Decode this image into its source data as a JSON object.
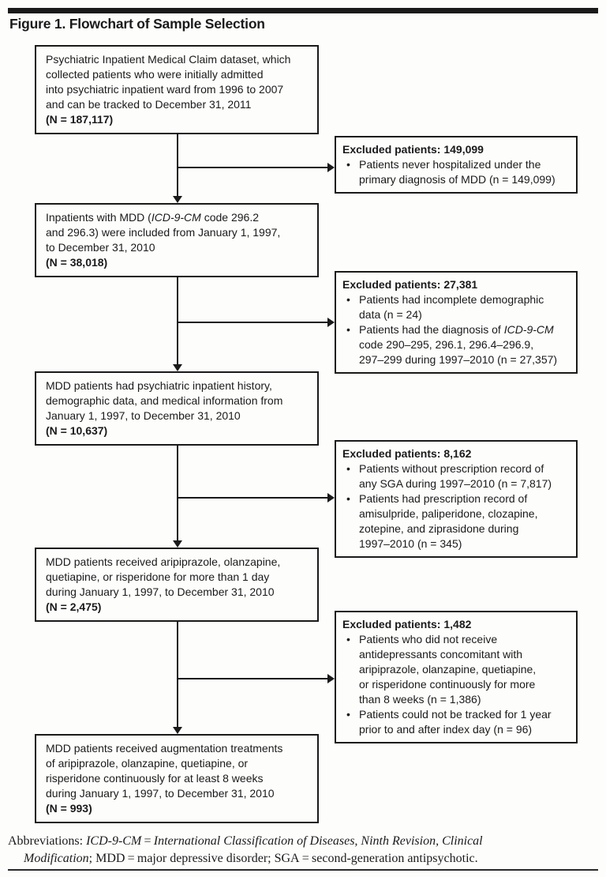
{
  "figure": {
    "title": "Figure 1. Flowchart of Sample Selection"
  },
  "colors": {
    "ink": "#1a1a1a",
    "background": "#fdfdfc"
  },
  "flowchart": {
    "bullet_glyph": "•",
    "main_boxes": [
      {
        "id": "initial-dataset",
        "lines": [
          [
            {
              "t": "Psychiatric Inpatient Medical Claim dataset, which"
            }
          ],
          [
            {
              "t": "collected patients who were initially admitted"
            }
          ],
          [
            {
              "t": "into psychiatric inpatient ward from 1996 to 2007"
            }
          ],
          [
            {
              "t": "and can be tracked to December 31, 2011"
            }
          ],
          [
            {
              "t": "(N = 187,117)",
              "b": true
            }
          ]
        ]
      },
      {
        "id": "inpatients-with-mdd",
        "lines": [
          [
            {
              "t": "Inpatients with MDD ("
            },
            {
              "t": "ICD-9-CM",
              "i": true
            },
            {
              "t": " code 296.2"
            }
          ],
          [
            {
              "t": "and 296.3) were included from January 1, 1997,"
            }
          ],
          [
            {
              "t": "to December 31, 2010"
            }
          ],
          [
            {
              "t": "(N = 38,018)",
              "b": true
            }
          ]
        ]
      },
      {
        "id": "mdd-with-history",
        "lines": [
          [
            {
              "t": "MDD patients had psychiatric inpatient history,"
            }
          ],
          [
            {
              "t": "demographic data, and medical information from"
            }
          ],
          [
            {
              "t": "January 1, 1997, to December 31, 2010"
            }
          ],
          [
            {
              "t": "(N = 10,637)",
              "b": true
            }
          ]
        ]
      },
      {
        "id": "mdd-received-sga",
        "lines": [
          [
            {
              "t": "MDD patients received aripiprazole, olanzapine,"
            }
          ],
          [
            {
              "t": "quetiapine, or risperidone for more than 1 day"
            }
          ],
          [
            {
              "t": "during January 1, 1997, to December 31, 2010"
            }
          ],
          [
            {
              "t": "(N = 2,475)",
              "b": true
            }
          ]
        ]
      },
      {
        "id": "mdd-augmentation",
        "lines": [
          [
            {
              "t": "MDD patients received augmentation treatments"
            }
          ],
          [
            {
              "t": "of aripiprazole, olanzapine, quetiapine, or"
            }
          ],
          [
            {
              "t": "risperidone continuously for at least 8 weeks"
            }
          ],
          [
            {
              "t": "during January 1, 1997, to December 31, 2010"
            }
          ],
          [
            {
              "t": "(N = 993)",
              "b": true
            }
          ]
        ]
      }
    ],
    "excluded_boxes": [
      {
        "header": "Excluded patients: 149,099",
        "bullets": [
          [
            [
              {
                "t": "Patients never hospitalized under the"
              }
            ],
            [
              {
                "t": "primary diagnosis of MDD (n = 149,099)"
              }
            ]
          ]
        ]
      },
      {
        "header": "Excluded patients: 27,381",
        "bullets": [
          [
            [
              {
                "t": "Patients had incomplete demographic"
              }
            ],
            [
              {
                "t": "data (n = 24)"
              }
            ]
          ],
          [
            [
              {
                "t": "Patients had the diagnosis of "
              },
              {
                "t": "ICD-9-CM",
                "i": true
              }
            ],
            [
              {
                "t": "code 290–295, 296.1, 296.4–296.9,"
              }
            ],
            [
              {
                "t": "297–299 during 1997–2010 (n = 27,357)"
              }
            ]
          ]
        ]
      },
      {
        "header": "Excluded patients: 8,162",
        "bullets": [
          [
            [
              {
                "t": "Patients without prescription record of"
              }
            ],
            [
              {
                "t": "any SGA during 1997–2010 (n = 7,817)"
              }
            ]
          ],
          [
            [
              {
                "t": "Patients had prescription record of"
              }
            ],
            [
              {
                "t": "amisulpride, paliperidone, clozapine,"
              }
            ],
            [
              {
                "t": "zotepine, and ziprasidone during"
              }
            ],
            [
              {
                "t": "1997–2010 (n = 345)"
              }
            ]
          ]
        ]
      },
      {
        "header": "Excluded patients: 1,482",
        "bullets": [
          [
            [
              {
                "t": "Patients who did not receive"
              }
            ],
            [
              {
                "t": "antidepressants concomitant with"
              }
            ],
            [
              {
                "t": "aripiprazole, olanzapine, quetiapine,"
              }
            ],
            [
              {
                "t": "or risperidone continuously for more"
              }
            ],
            [
              {
                "t": "than 8 weeks (n = 1,386)"
              }
            ]
          ],
          [
            [
              {
                "t": "Patients could not be tracked for 1 year"
              }
            ],
            [
              {
                "t": "prior to and after index day (n = 96)"
              }
            ]
          ]
        ]
      }
    ]
  },
  "footer": {
    "lines": [
      [
        {
          "t": "Abbreviations: "
        },
        {
          "t": "ICD-9-CM",
          "i": true
        },
        {
          "t": " = "
        },
        {
          "t": "International Classification of Diseases, Ninth Revision, Clinical",
          "i": true
        }
      ],
      [
        {
          "t": "Modification",
          "i": true
        },
        {
          "t": "; MDD = major depressive disorder; SGA = second-generation antipsychotic."
        }
      ]
    ]
  }
}
